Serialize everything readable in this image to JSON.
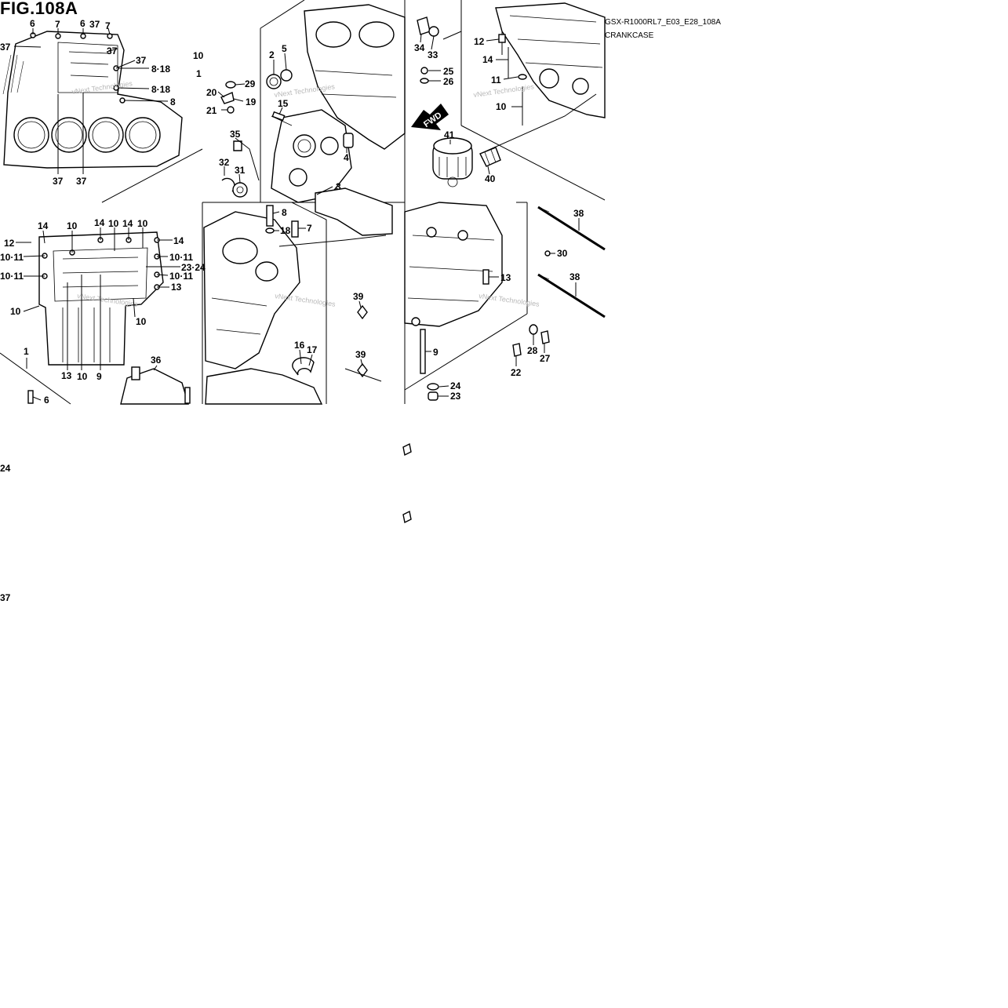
{
  "figure": {
    "title": "FIG.108A",
    "model_code": "GSX-R1000RL7_E03_E28_108A",
    "section": "CRANKCASE",
    "watermark": "vNext Technologies",
    "fwd_label": "FWD"
  },
  "callouts": {
    "c1": "6",
    "c2": "7",
    "c3": "6",
    "c4": "37",
    "c5": "7",
    "c6": "37",
    "c7": "37",
    "c8": "37",
    "c9": "8·18",
    "c10": "8·18",
    "c11": "8",
    "c12": "37",
    "c13": "37",
    "c14": "10",
    "c15": "1",
    "c16": "2",
    "c17": "5",
    "c18": "29",
    "c19": "20",
    "c20": "19",
    "c21": "21",
    "c22": "15",
    "c23": "35",
    "c24": "32",
    "c25": "31",
    "c26": "4",
    "c27": "3",
    "c28": "34",
    "c29": "33",
    "c30": "25",
    "c31": "26",
    "c32": "41",
    "c33": "40",
    "c34": "12",
    "c35": "14",
    "c36": "11",
    "c37": "10",
    "c38": "14",
    "c39": "10",
    "c40": "14",
    "c41": "10",
    "c42": "14",
    "c43": "10",
    "c44": "14",
    "c45": "12",
    "c46": "10·11",
    "c47": "10·11",
    "c48": "23·24",
    "c49": "10·11",
    "c50": "10·11",
    "c51": "13",
    "c52": "10",
    "c53": "10",
    "c54": "13",
    "c55": "10",
    "c56": "9",
    "c57": "1",
    "c58": "36",
    "c59": "6",
    "c60": "8",
    "c61": "18",
    "c62": "7",
    "c63": "39",
    "c64": "16",
    "c65": "17",
    "c66": "39",
    "c67": "38",
    "c68": "30",
    "c69": "38",
    "c70": "13",
    "c71": "9",
    "c72": "28",
    "c73": "27",
    "c74": "22",
    "c75": "24",
    "c76": "23",
    "c77": "24",
    "c78": "37"
  }
}
